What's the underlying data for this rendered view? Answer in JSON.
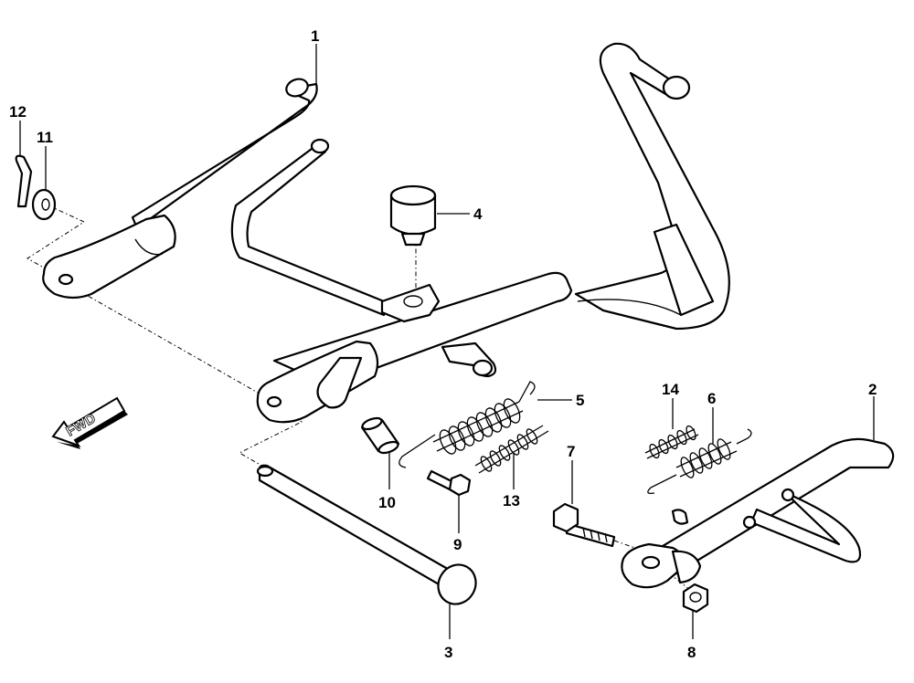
{
  "labels": {
    "p1": "1",
    "p2": "2",
    "p3": "3",
    "p4": "4",
    "p5": "5",
    "p6": "6",
    "p7": "7",
    "p8": "8",
    "p9": "9",
    "p10": "10",
    "p11": "11",
    "p12": "12",
    "p13": "13",
    "p14": "14"
  },
  "direction": {
    "text": "FWD",
    "icon": "forward-arrow-icon"
  }
}
